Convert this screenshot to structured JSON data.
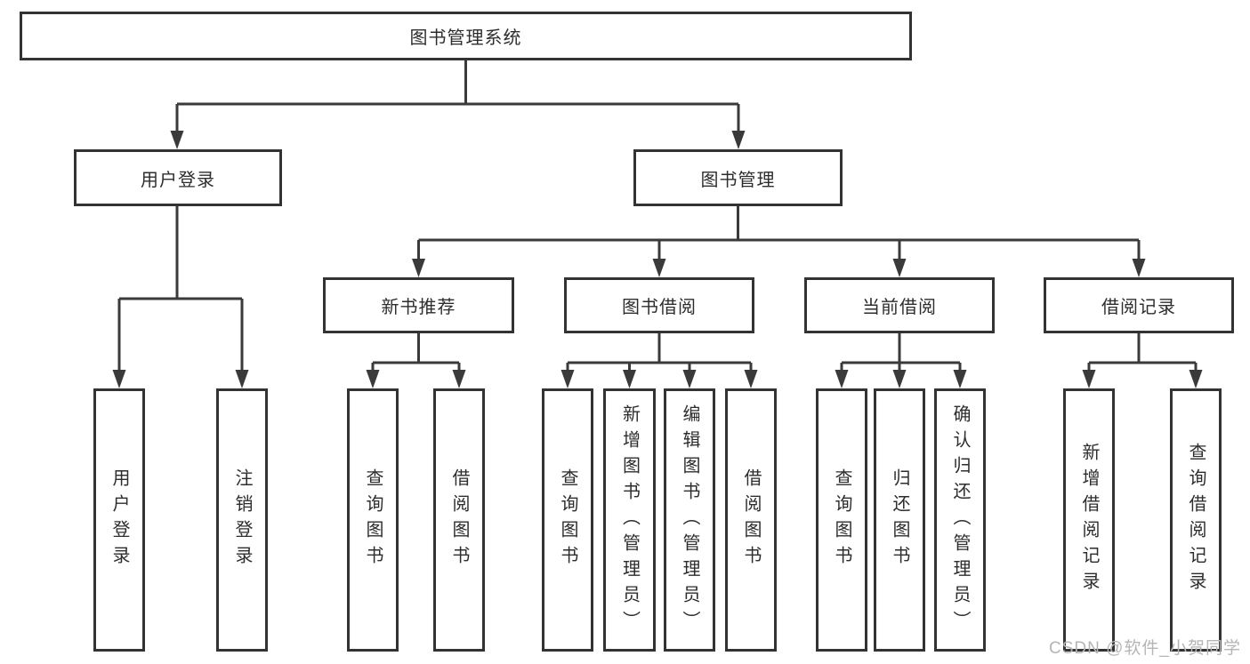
{
  "diagram": {
    "root": {
      "label": "图书管理系统"
    },
    "user_login": {
      "label": "用户登录",
      "children": [
        {
          "label": "用户登录"
        },
        {
          "label": "注销登录"
        }
      ]
    },
    "book_mgmt": {
      "label": "图书管理",
      "groups": [
        {
          "label": "新书推荐",
          "children": [
            {
              "label": "查询图书"
            },
            {
              "label": "借阅图书"
            }
          ]
        },
        {
          "label": "图书借阅",
          "children": [
            {
              "label": "查询图书"
            },
            {
              "label": "新增图书（管理员）"
            },
            {
              "label": "编辑图书（管理员）"
            },
            {
              "label": "借阅图书"
            }
          ]
        },
        {
          "label": "当前借阅",
          "children": [
            {
              "label": "查询图书"
            },
            {
              "label": "归还图书"
            },
            {
              "label": "确认归还（管理员）"
            }
          ]
        },
        {
          "label": "借阅记录",
          "children": [
            {
              "label": "新增借阅记录"
            },
            {
              "label": "查询借阅记录"
            }
          ]
        }
      ]
    },
    "watermark": "CSDN @软件_小贺同学",
    "colors": {
      "line": "#3a3a3a",
      "box_border": "#333333",
      "box_fill": "#ffffff",
      "text": "#2d2d2d",
      "watermark": "#b5b5b5",
      "background": "#ffffff"
    }
  }
}
